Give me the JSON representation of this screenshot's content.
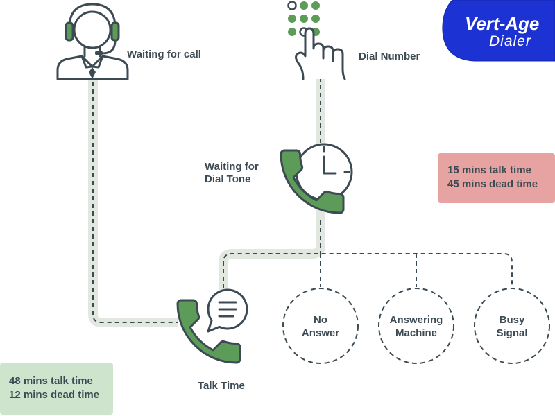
{
  "colors": {
    "ink": "#3c4a53",
    "green": "#5c9c58",
    "path": "#e2e7df",
    "red_box": "#e6a3a2",
    "green_box": "#cfe4cc",
    "brand_blue": "#1d32d3"
  },
  "logo": {
    "line1": "Vert-Age",
    "line2": "Dialer"
  },
  "steps": {
    "waiting_for_call": {
      "label": "Waiting for call",
      "icon": "headset-agent-icon"
    },
    "dial_number": {
      "label": "Dial Number",
      "icon": "keypad-hand-icon"
    },
    "waiting_for_dial_tone": {
      "lines": [
        "Waiting for",
        "Dial Tone"
      ],
      "icon": "phone-clock-icon"
    },
    "talk_time": {
      "label": "Talk Time",
      "icon": "phone-chat-icon"
    }
  },
  "outcomes": [
    {
      "lines": [
        "No",
        "Answer"
      ]
    },
    {
      "lines": [
        "Answering",
        "Machine"
      ]
    },
    {
      "lines": [
        "Busy",
        "Signal"
      ]
    }
  ],
  "stat_boxes": {
    "red_box": {
      "lines": [
        "15 mins talk time",
        "45 mins dead time"
      ]
    },
    "green_box": {
      "lines": [
        "48 mins talk time",
        "12 mins dead time"
      ]
    }
  }
}
